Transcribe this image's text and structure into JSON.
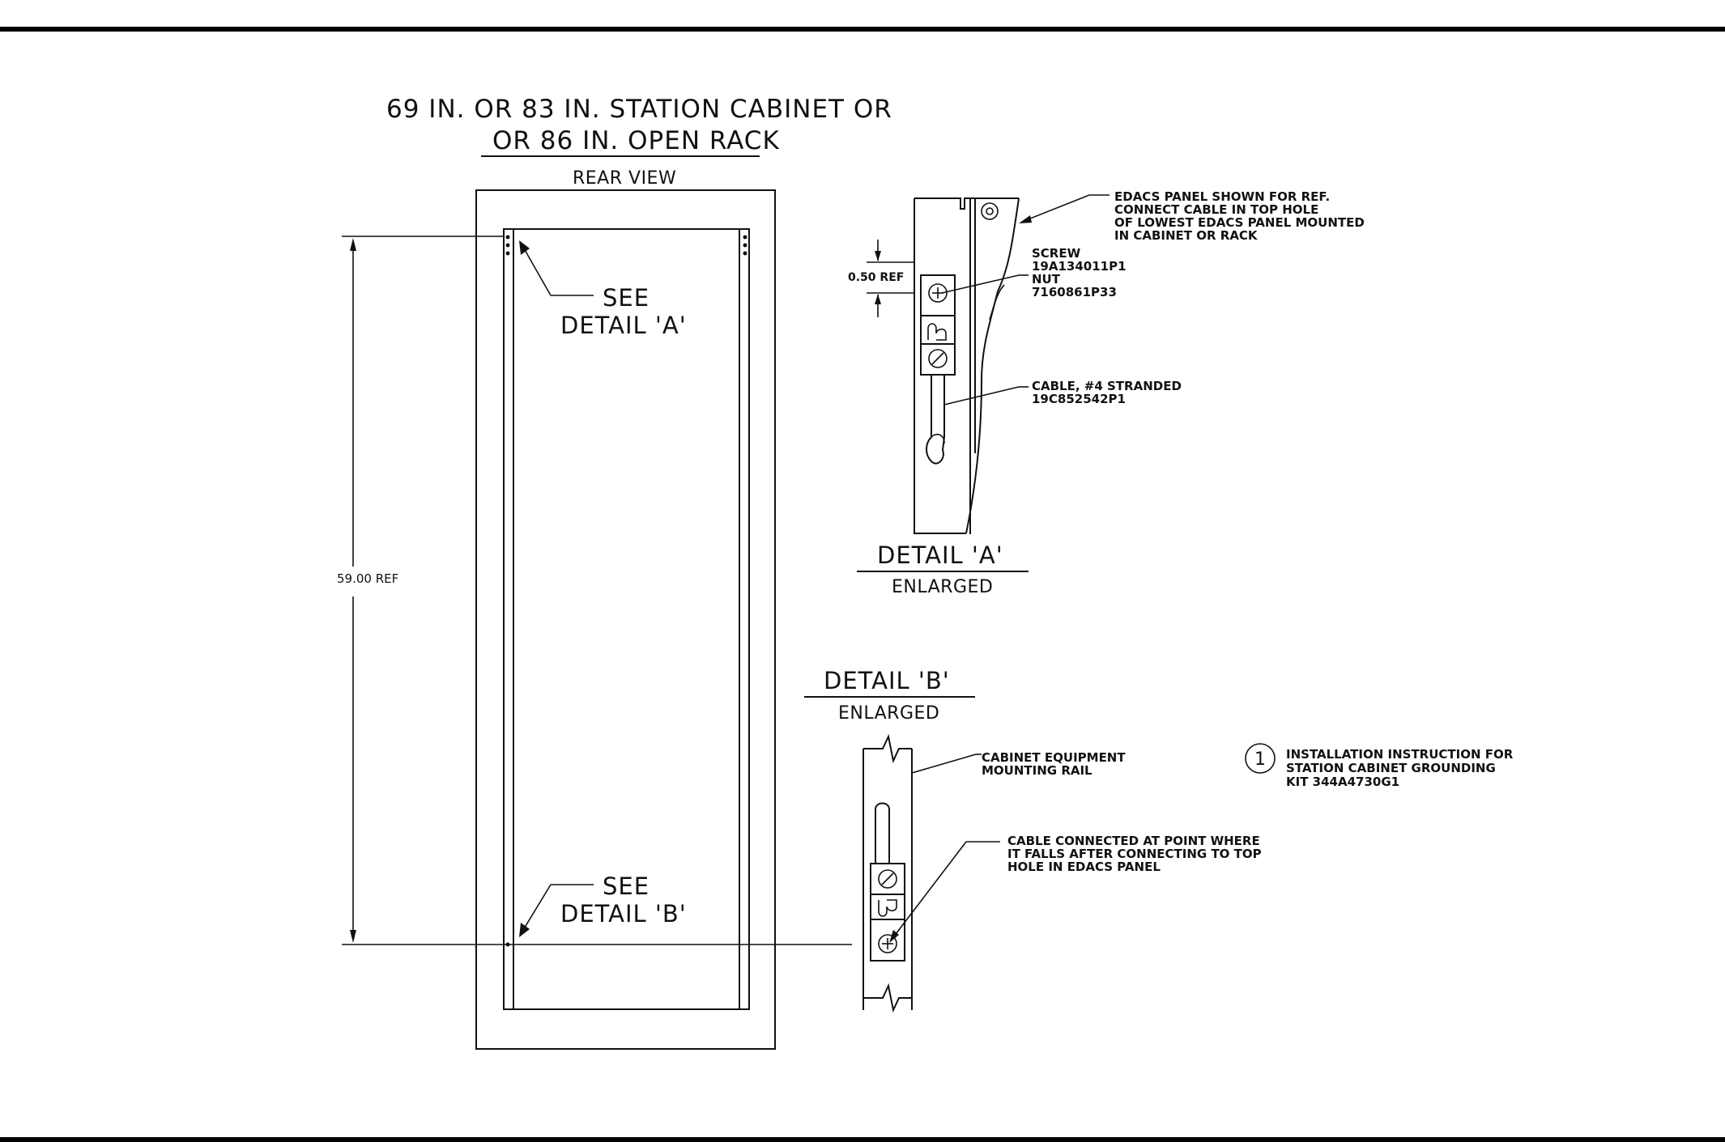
{
  "title": {
    "line1": "69 IN. OR 83 IN. STATION CABINET OR",
    "line2": "OR 86 IN. OPEN RACK",
    "view": "REAR VIEW"
  },
  "cabinet": {
    "see_a_line1": "SEE",
    "see_a_line2": "DETAIL 'A'",
    "see_b_line1": "SEE",
    "see_b_line2": "DETAIL 'B'",
    "dimension": "59.00 REF"
  },
  "detail_a": {
    "title": "DETAIL 'A'",
    "subtitle": "ENLARGED",
    "dimension": "0.50 REF",
    "note_panel": [
      "EDACS PANEL SHOWN FOR REF.",
      "CONNECT CABLE IN TOP HOLE",
      "OF LOWEST EDACS PANEL MOUNTED",
      "IN CABINET OR RACK"
    ],
    "note_hardware": [
      "SCREW",
      "19A134011P1",
      "NUT",
      "7160861P33"
    ],
    "note_cable": [
      "CABLE, #4 STRANDED",
      "19C852542P1"
    ]
  },
  "detail_b": {
    "title": "DETAIL 'B'",
    "subtitle": "ENLARGED",
    "note_rail": [
      "CABINET EQUIPMENT",
      "MOUNTING RAIL"
    ],
    "note_cable": [
      "CABLE CONNECTED AT POINT WHERE",
      "IT FALLS AFTER CONNECTING TO TOP",
      "HOLE IN EDACS PANEL"
    ]
  },
  "note": {
    "number": "1",
    "lines": [
      "INSTALLATION INSTRUCTION FOR",
      "STATION CABINET GROUNDING",
      "KIT 344A4730G1"
    ]
  }
}
